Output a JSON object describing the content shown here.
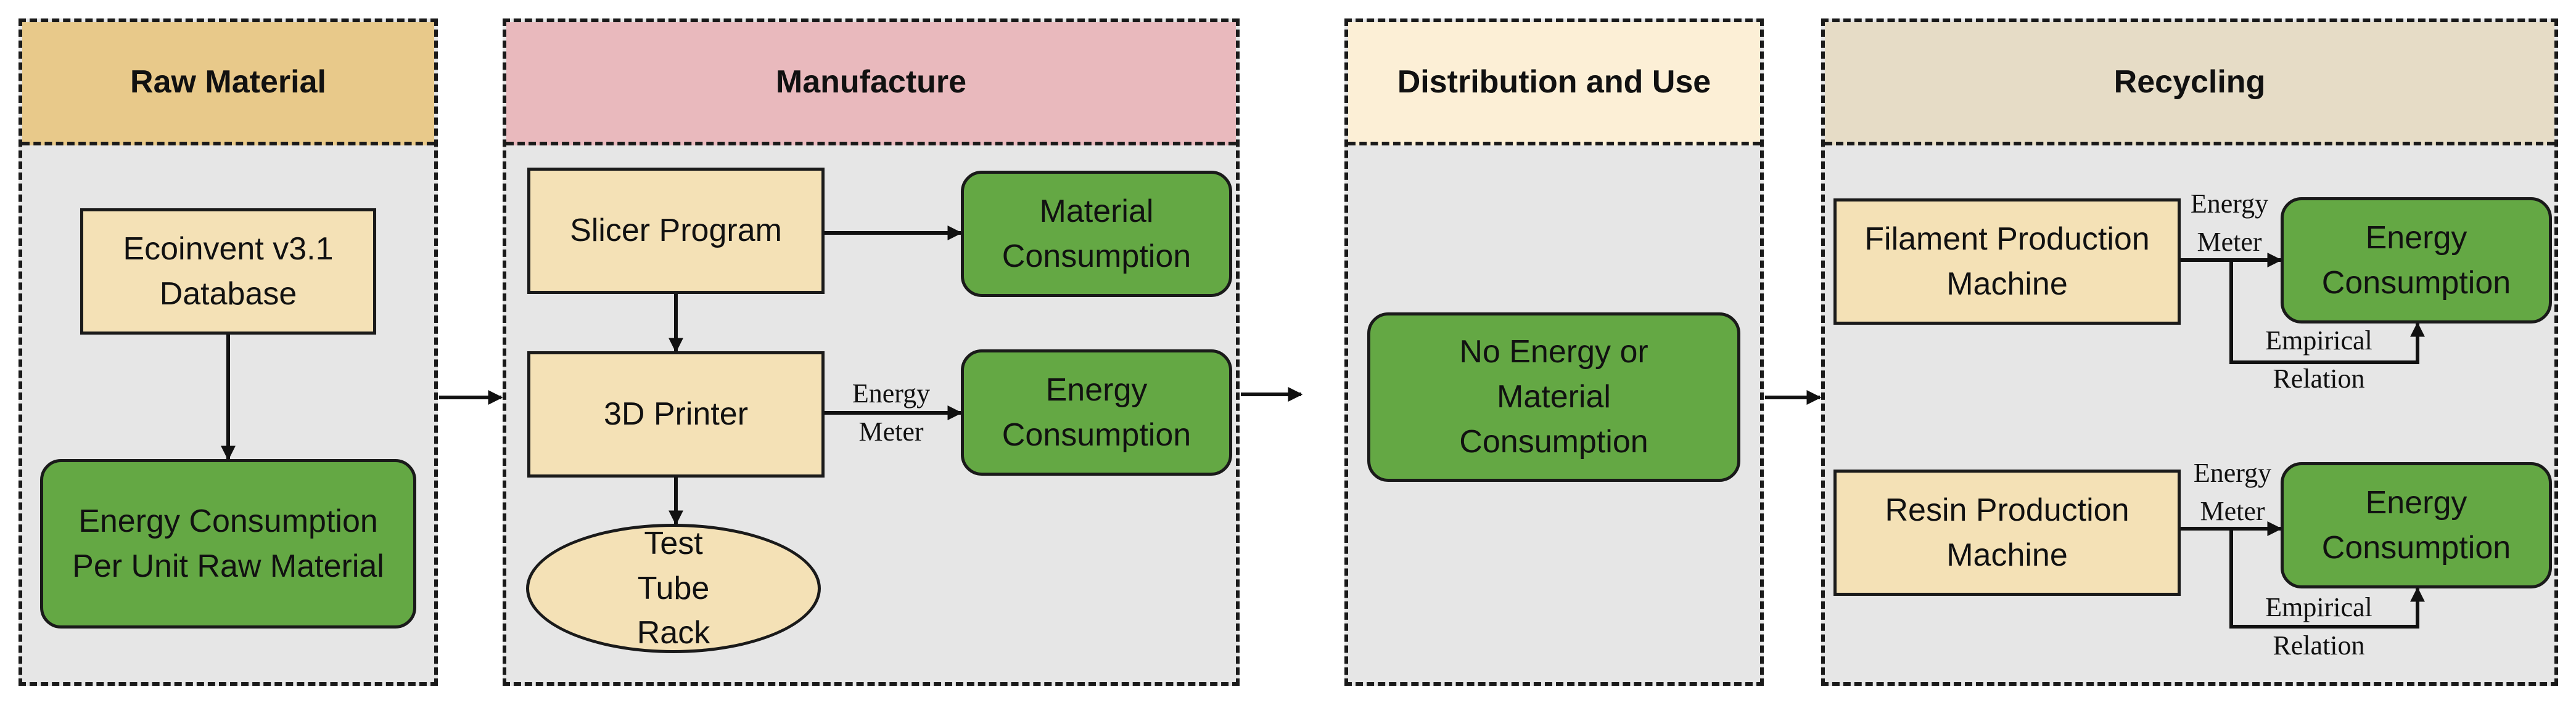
{
  "stages": {
    "raw_material": {
      "title": "Raw Material",
      "database": "Ecoinvent v3.1 Database",
      "energy": "Energy Consumption Per Unit Raw Material"
    },
    "manufacture": {
      "title": "Manufacture",
      "slicer": "Slicer Program",
      "material_consumption": "Material Consumption",
      "printer": "3D Printer",
      "energy_meter": "Energy Meter",
      "energy_consumption": "Energy Consumption",
      "product": "Test Tube Rack"
    },
    "distribution": {
      "title": "Distribution and Use",
      "note": "No Energy or Material Consumption"
    },
    "recycling": {
      "title": "Recycling",
      "filament_machine": "Filament Production Machine",
      "filament_meter": "Energy Meter",
      "filament_energy": "Energy Consumption",
      "filament_relation": "Empirical Relation",
      "resin_machine": "Resin Production Machine",
      "resin_meter": "Energy Meter",
      "resin_energy": "Energy Consumption",
      "resin_relation": "Empirical Relation"
    }
  }
}
